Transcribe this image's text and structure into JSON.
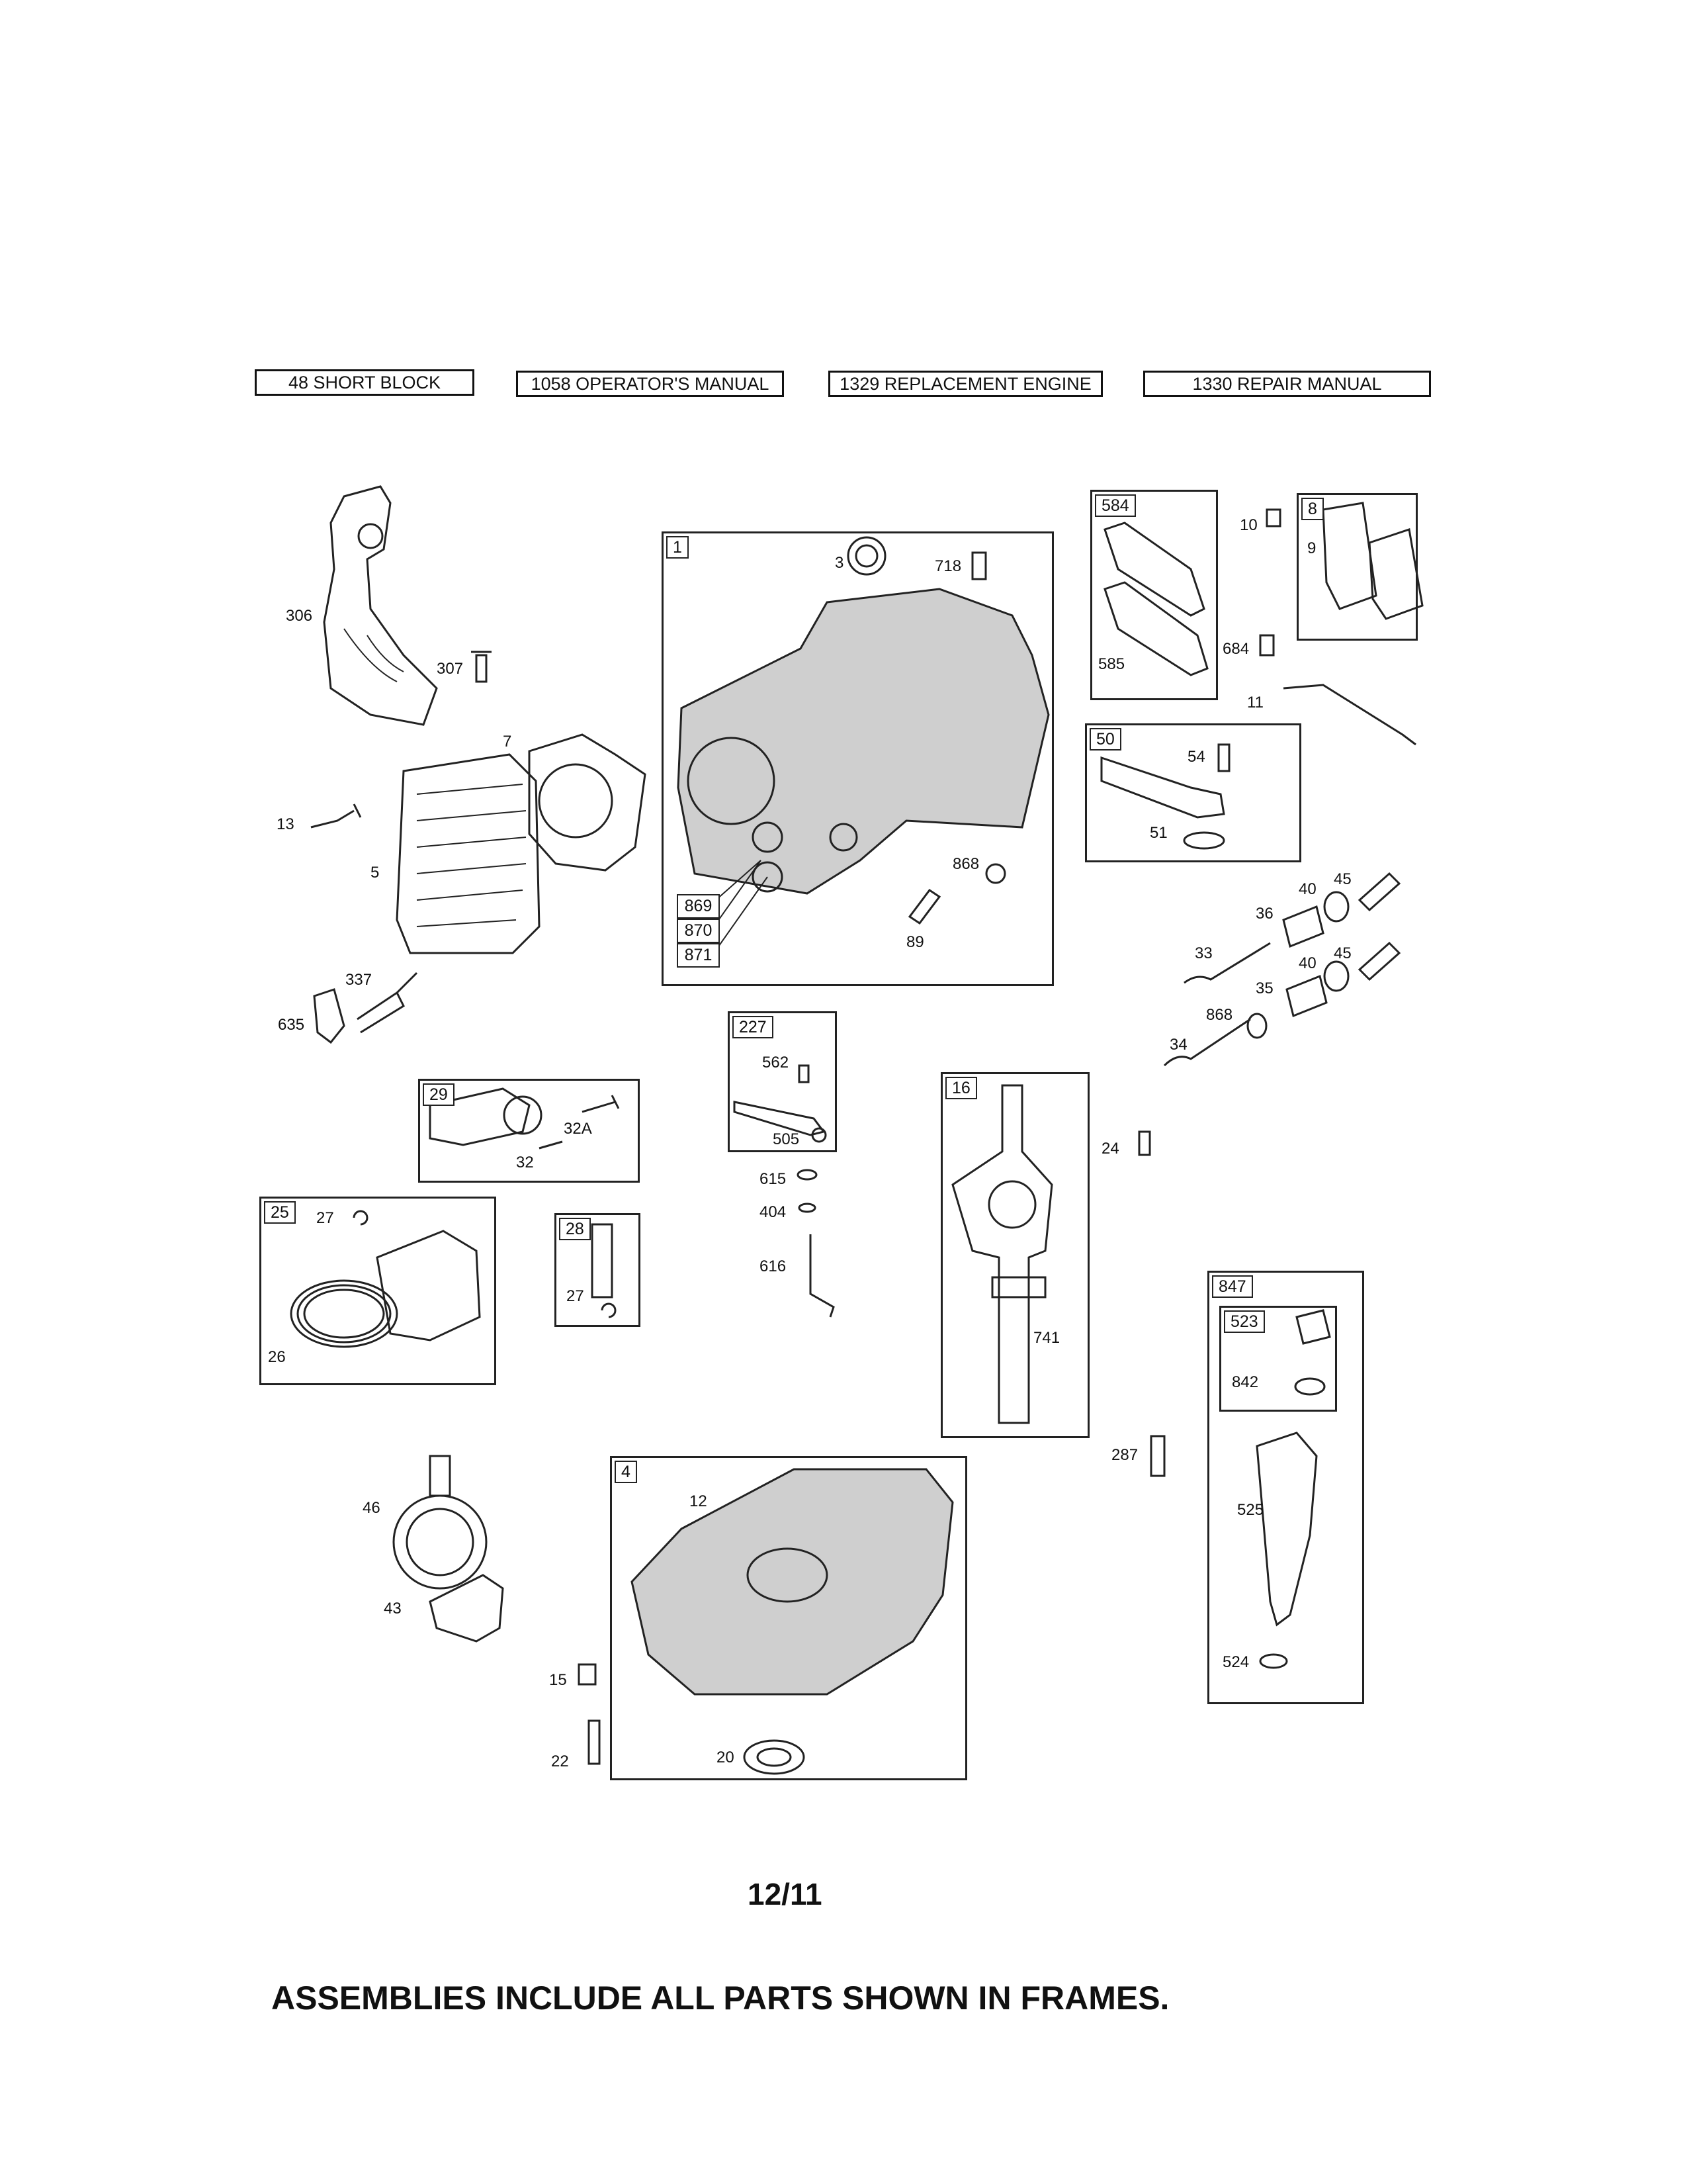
{
  "references": [
    "48 SHORT BLOCK",
    "1058 OPERATOR'S MANUAL",
    "1329 REPLACEMENT ENGINE",
    "1330 REPAIR MANUAL"
  ],
  "frames": {
    "f1": "1",
    "f584": "584",
    "f8": "8",
    "f50": "50",
    "f227": "227",
    "f29": "29",
    "f16": "16",
    "f25": "25",
    "f28": "28",
    "f847": "847",
    "f523": "523",
    "f4": "4"
  },
  "parts": {
    "p306": "306",
    "p307": "307",
    "p7": "7",
    "p13": "13",
    "p5": "5",
    "p337": "337",
    "p635": "635",
    "p3": "3",
    "p718": "718",
    "p868a": "868",
    "p89": "89",
    "p869": "869",
    "p870": "870",
    "p871": "871",
    "p585": "585",
    "p10": "10",
    "p9": "9",
    "p684": "684",
    "p11": "11",
    "p54": "54",
    "p51": "51",
    "p40a": "40",
    "p45a": "45",
    "p36": "36",
    "p33": "33",
    "p40b": "40",
    "p45b": "45",
    "p35": "35",
    "p868b": "868",
    "p34": "34",
    "p562": "562",
    "p505": "505",
    "p615": "615",
    "p404": "404",
    "p616": "616",
    "p32A": "32A",
    "p32": "32",
    "p27a": "27",
    "p26": "26",
    "p27b": "27",
    "p741": "741",
    "p24": "24",
    "p842": "842",
    "p287": "287",
    "p525": "525",
    "p524": "524",
    "p46": "46",
    "p43": "43",
    "p12": "12",
    "p15": "15",
    "p22": "22",
    "p20": "20"
  },
  "date": "12/11",
  "note": "ASSEMBLIES INCLUDE ALL PARTS SHOWN IN FRAMES."
}
